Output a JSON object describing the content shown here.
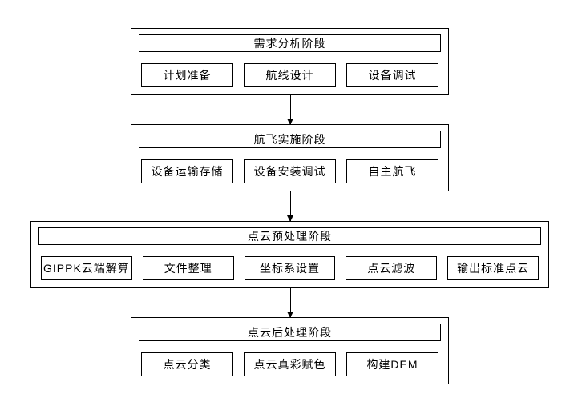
{
  "diagram_title": "UAV LiDAR workflow flowchart",
  "stages": [
    {
      "title": "需求分析阶段",
      "items": [
        "计划准备",
        "航线设计",
        "设备调试"
      ]
    },
    {
      "title": "航飞实施阶段",
      "items": [
        "设备运输存储",
        "设备安装调试",
        "自主航飞"
      ]
    },
    {
      "title": "点云预处理阶段",
      "items": [
        "GIPPK云端解算",
        "文件整理",
        "坐标系设置",
        "点云滤波",
        "输出标准点云"
      ]
    },
    {
      "title": "点云后处理阶段",
      "items": [
        "点云分类",
        "点云真彩赋色",
        "构建DEM"
      ]
    }
  ],
  "colors": {
    "line": "#000000",
    "background": "#ffffff",
    "text": "#000000"
  }
}
